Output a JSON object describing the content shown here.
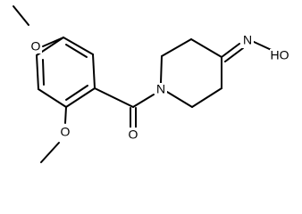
{
  "molecule": {
    "atoms": {
      "methoxy_top_o": "O",
      "methoxy_bottom_o": "O",
      "carbonyl_o": "O",
      "ring_n": "N",
      "oxime_n": "N",
      "oxime_oh": "HO"
    },
    "colors": {
      "bond": "#000000",
      "background": "#ffffff",
      "label": "#000000"
    }
  }
}
